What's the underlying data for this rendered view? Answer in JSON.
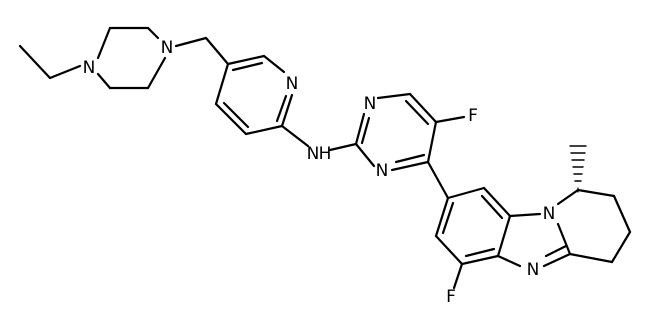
{
  "atoms": {
    "n_pip_top": "N",
    "n_pip_bottom": "N",
    "n_pyridine": "N",
    "n_amine": "N",
    "h_amine": "H",
    "n_pyrimidine_top": "N",
    "n_pyrimidine_bottom": "N",
    "f_pyrimidine": "F",
    "n_imidazole_bridge": "N",
    "n_imidazole": "N",
    "f_benzo": "F"
  },
  "colors": {
    "bond": "#000000",
    "text": "#000000",
    "background": "#ffffff"
  }
}
